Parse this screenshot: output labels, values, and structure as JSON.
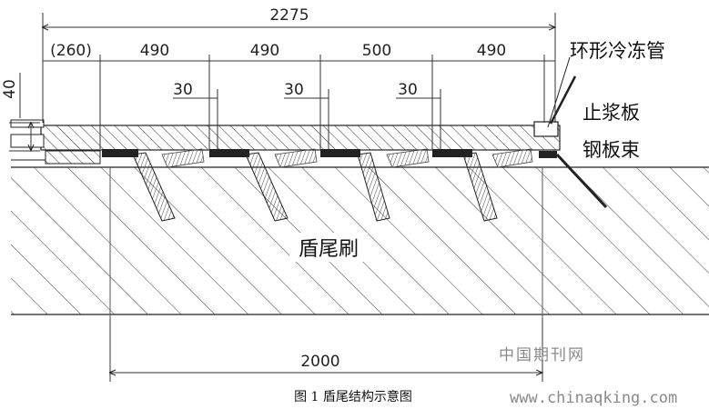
{
  "dimensions": {
    "total": "2275",
    "segment_prefix": "(260)",
    "segments": [
      "490",
      "490",
      "500",
      "490"
    ],
    "gaps": [
      "30",
      "30",
      "30"
    ],
    "height": "40",
    "bottom_span": "2000"
  },
  "callouts": {
    "freeze_pipe": "环形冷冻管",
    "grout_plate": "止浆板",
    "steel_plate_bundle": "钢板束"
  },
  "center_label": "盾尾刷",
  "caption": "图 1  盾尾结构示意图",
  "watermark": {
    "line1": "中国期刊网",
    "line2": "www.chinaqking.com"
  }
}
